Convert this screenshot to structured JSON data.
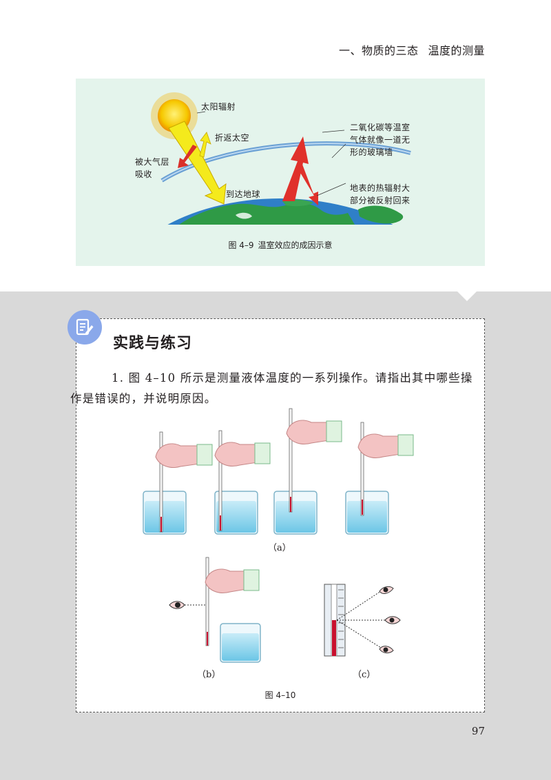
{
  "header": {
    "chapter": "一、物质的三态",
    "section": "温度的测量"
  },
  "figure_4_9": {
    "caption_number": "图 4–9",
    "caption_text": "温室效应的成因示意",
    "labels": {
      "solar_radiation": "太阳辐射",
      "reflected_to_space": "折返太空",
      "absorbed_line1": "被大气层",
      "absorbed_line2": "吸收",
      "reach_earth": "到达地球",
      "greenhouse_line1": "二氧化碳等温室",
      "greenhouse_line2": "气体就像一道无",
      "greenhouse_line3": "形的玻璃墙",
      "reflect_back_line1": "地表的热辐射大",
      "reflect_back_line2": "部分被反射回来"
    },
    "colors": {
      "panel": "#e4f4ec",
      "sun": "#f2c500",
      "heat_arrow": "#e0312b",
      "atmosphere": "#6aa0d4"
    }
  },
  "practice": {
    "title": "实践与练习",
    "icon": "notepad-pencil-icon",
    "question_line1": "1. 图 4–10 所示是测量液体温度的一系列操作。请指出其中哪些操",
    "question_line2": "作是错误的，并说明原因。",
    "sub_labels": {
      "a": "（a）",
      "b": "（b）",
      "c": "（c）"
    },
    "figure_caption": "图 4–10"
  },
  "page_number": "97"
}
